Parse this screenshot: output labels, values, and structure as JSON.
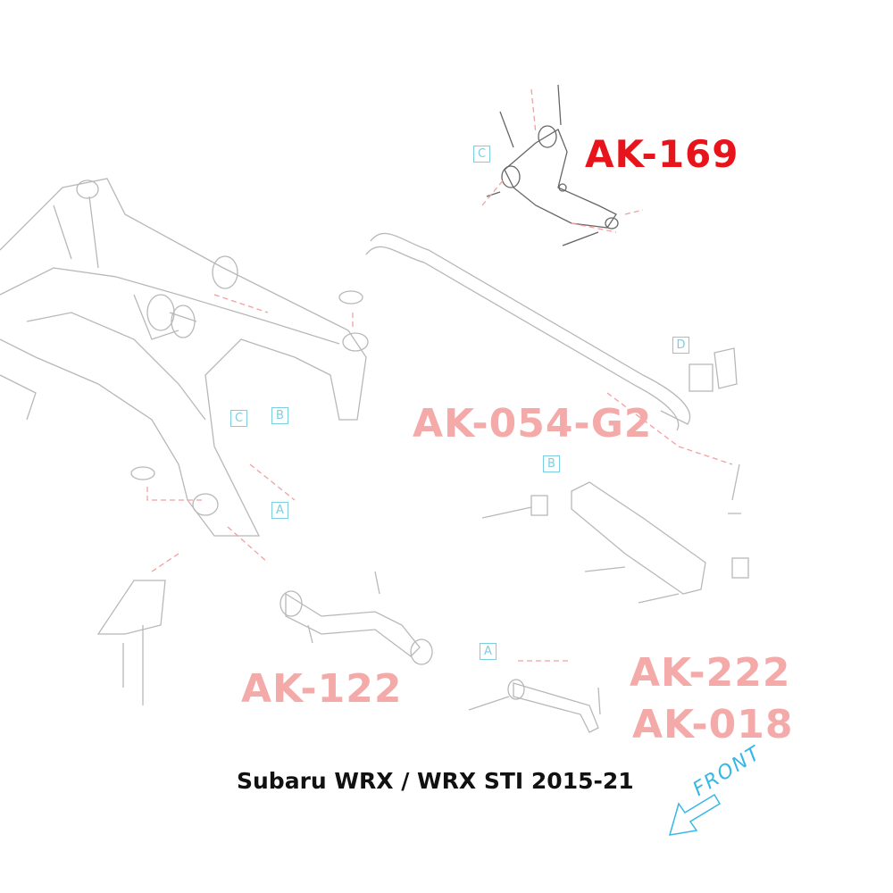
{
  "parts": {
    "upper_arm": "AK-169",
    "sway_bar": "AK-054-G2",
    "trailing_arm": "AK-122",
    "lateral_link_1": "AK-222",
    "lateral_link_2": "AK-018"
  },
  "markers": [
    "C",
    "C",
    "B",
    "A",
    "D",
    "B",
    "A"
  ],
  "caption": "Subaru WRX / WRX STI 2015-21",
  "front_label": "FRONT",
  "colors": {
    "highlight": "#e8141b",
    "part_label": "#f3aaa9",
    "marker": "#7ccfe0",
    "front": "#36b8e6",
    "line": "#b5b5b5"
  }
}
